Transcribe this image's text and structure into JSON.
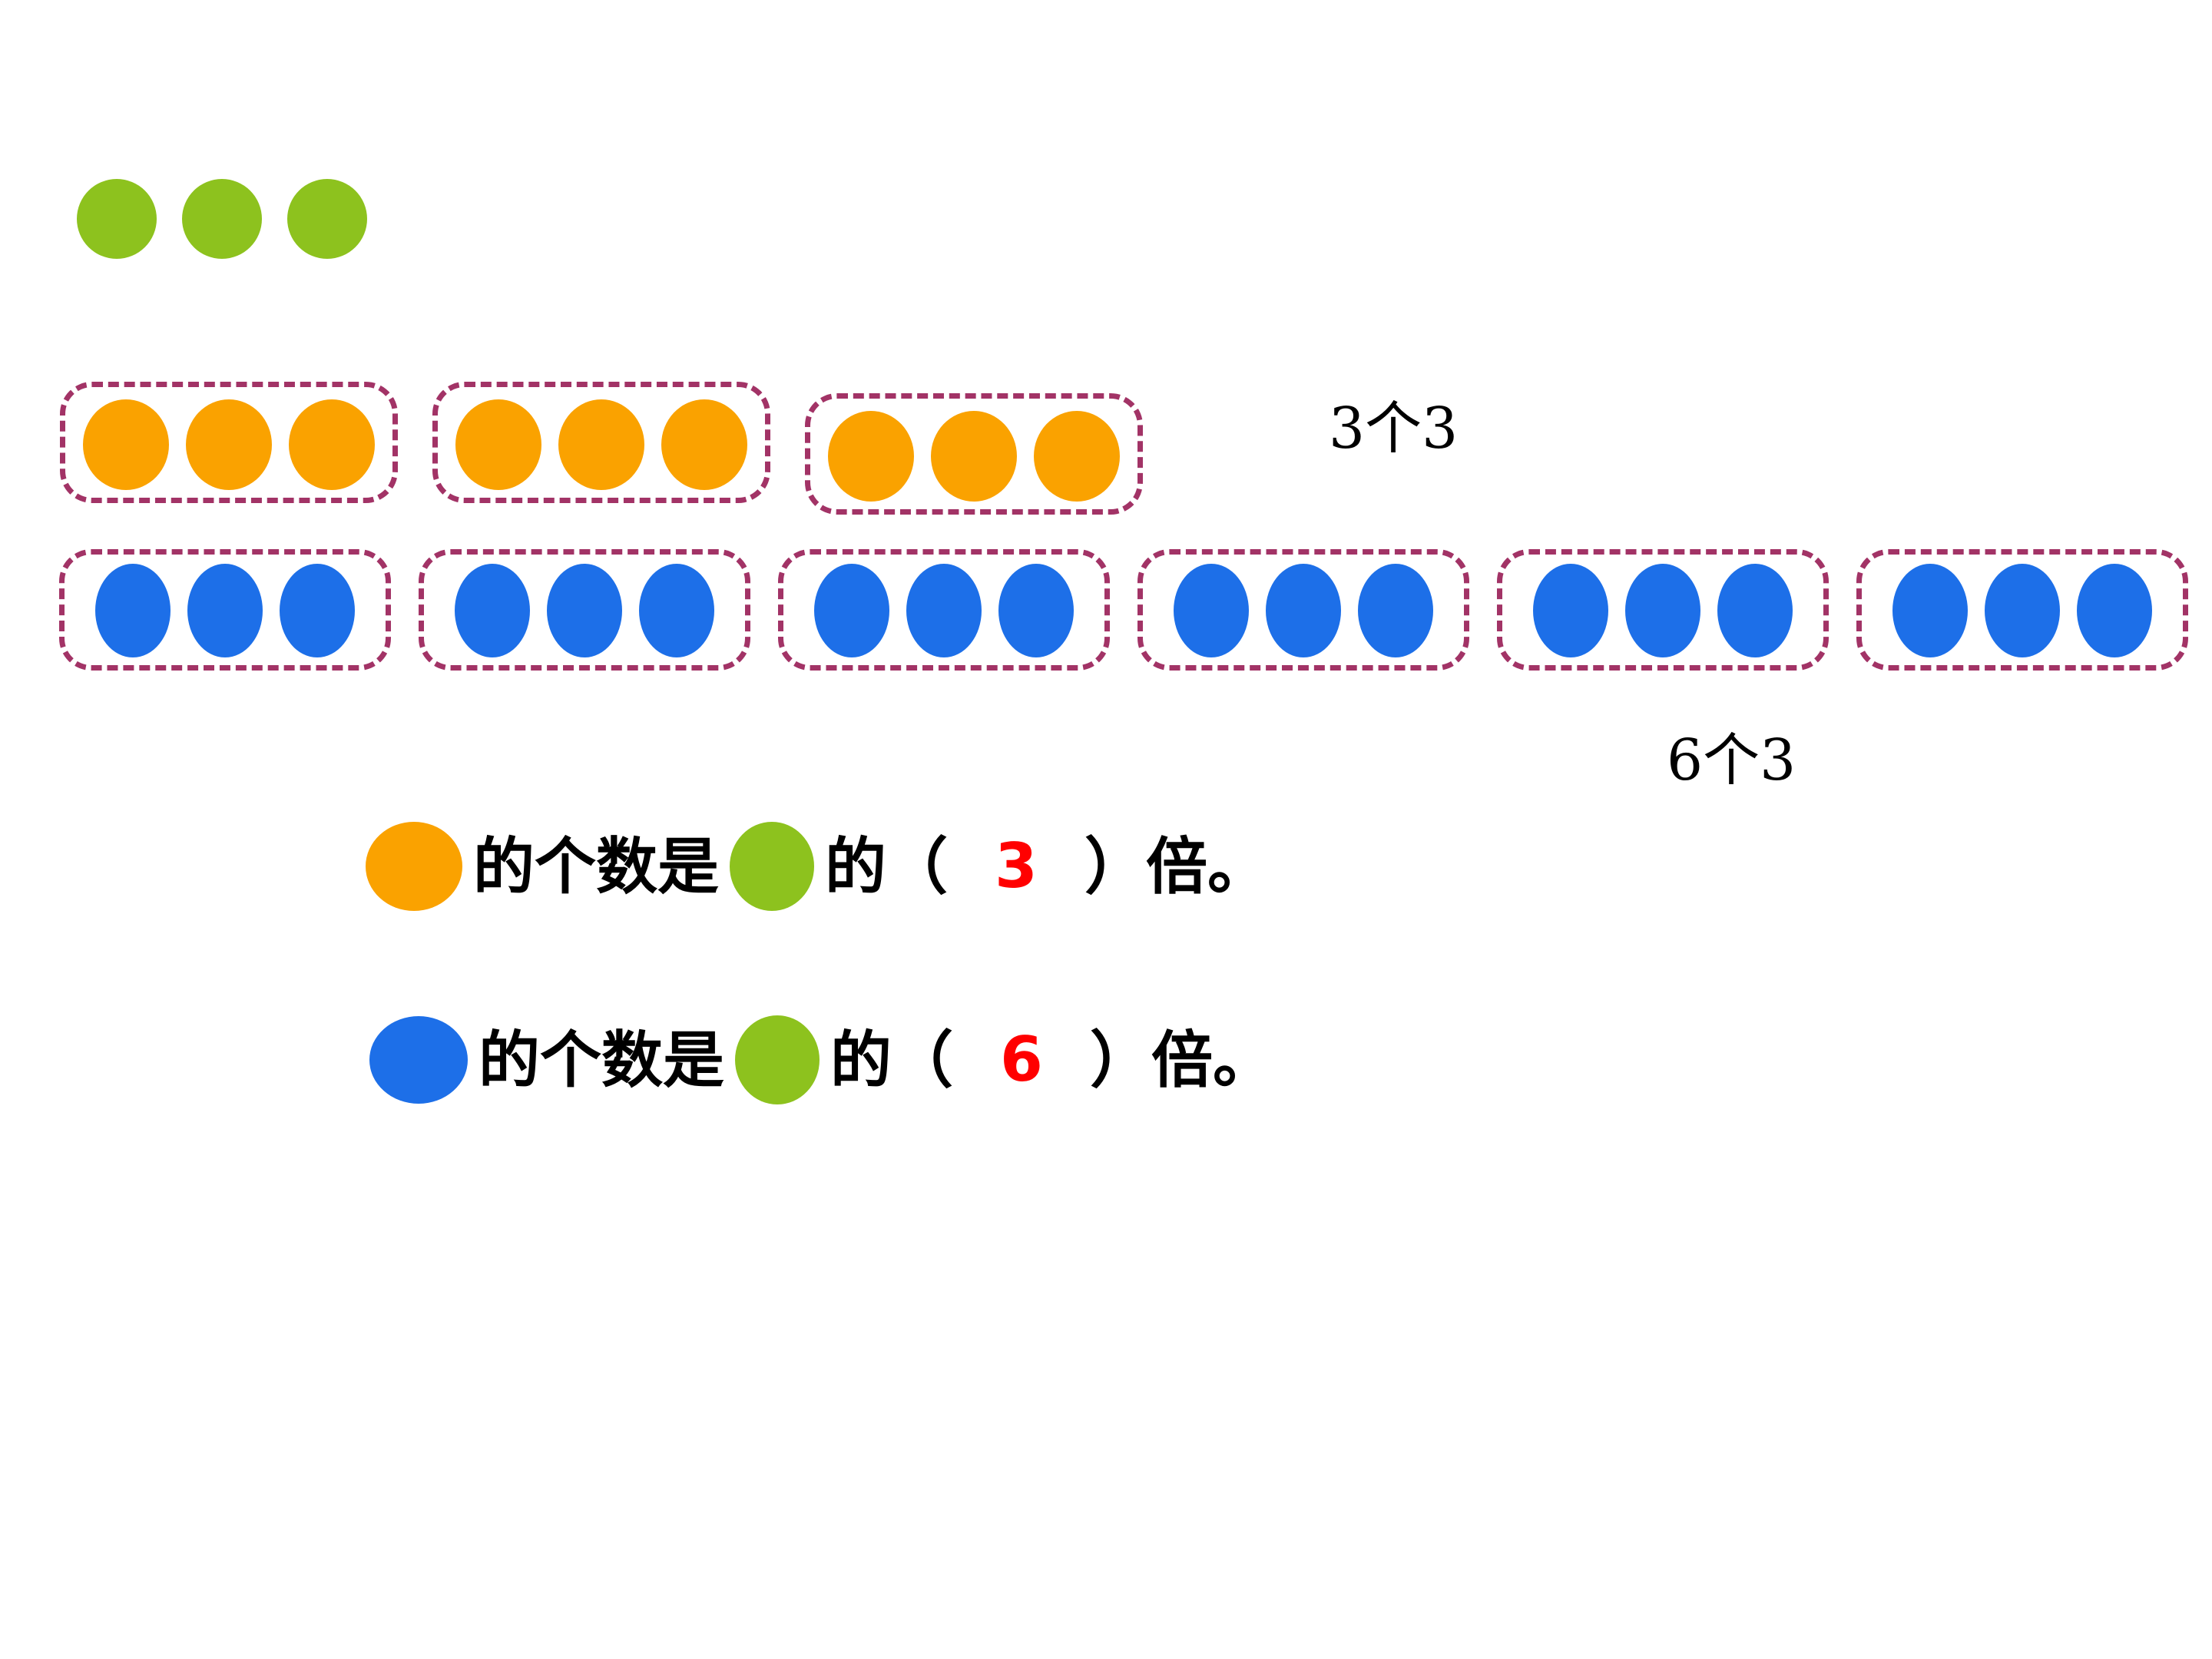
{
  "colors": {
    "background": "#FFFFFF",
    "green": "#8DC21E",
    "orange": "#FAA200",
    "blue": "#1D6FE8",
    "group_border": "#A23366",
    "answer_red": "#FF0000",
    "text": "#000000"
  },
  "green_row": {
    "count": 3
  },
  "orange_row": {
    "groups": 3,
    "per_group": 3,
    "label": "3个3"
  },
  "blue_row": {
    "groups": 6,
    "per_group": 3,
    "label": "6个3"
  },
  "sentences": [
    {
      "subject_color": "orange",
      "comparison_color": "green",
      "prefix": "的个数是",
      "mid": "的（",
      "answer": "3",
      "end": "）倍。"
    },
    {
      "subject_color": "blue",
      "comparison_color": "green",
      "prefix": "的个数是",
      "mid": "的（",
      "answer": "6",
      "end": "）倍。"
    }
  ]
}
